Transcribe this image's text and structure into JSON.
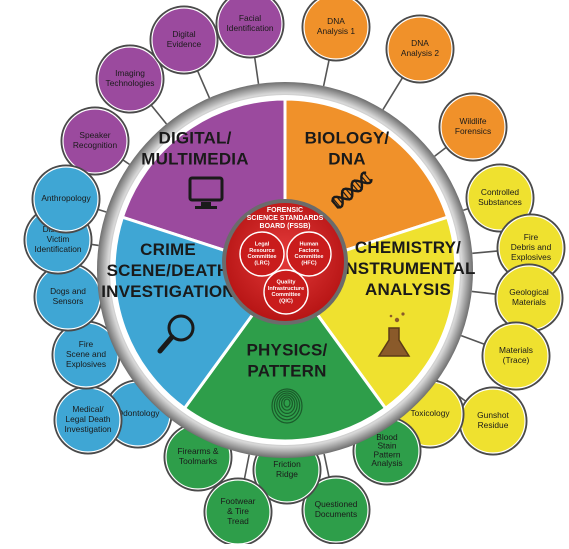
{
  "board": {
    "lines": [
      "FORENSIC",
      "SCIENCE STANDARDS",
      "BOARD (FSSB)"
    ],
    "committees": [
      {
        "lines": [
          "Legal",
          "Resource",
          "Committee",
          "(LRC)"
        ]
      },
      {
        "lines": [
          "Human",
          "Factors",
          "Committee",
          "(HFC)"
        ]
      },
      {
        "lines": [
          "Quality",
          "Infrastructure",
          "Committee",
          "(QIC)"
        ]
      }
    ]
  },
  "sectors": [
    {
      "lines": [
        "DIGITAL/",
        "MULTIMEDIA"
      ],
      "color": "#9B4A9E",
      "icon": "monitor-icon",
      "subcommittees": [
        {
          "lines": [
            "Speaker",
            "Recognition"
          ]
        },
        {
          "lines": [
            "Imaging",
            "Technologies"
          ]
        },
        {
          "lines": [
            "Digital",
            "Evidence"
          ]
        },
        {
          "lines": [
            "Facial",
            "Identification"
          ]
        }
      ]
    },
    {
      "lines": [
        "BIOLOGY/",
        "DNA"
      ],
      "color": "#F0912A",
      "icon": "dna-icon",
      "subcommittees": [
        {
          "lines": [
            "DNA",
            "Analysis 1"
          ]
        },
        {
          "lines": [
            "DNA",
            "Analysis 2"
          ]
        },
        {
          "lines": [
            "Wildlife",
            "Forensics"
          ]
        }
      ]
    },
    {
      "lines": [
        "CHEMISTRY/",
        "INSTRUMENTAL",
        "ANALYSIS"
      ],
      "color": "#EFE12F",
      "icon": "flask-icon",
      "subcommittees": [
        {
          "lines": [
            "Controlled",
            "Substances"
          ]
        },
        {
          "lines": [
            "Fire",
            "Debris and",
            "Explosives"
          ]
        },
        {
          "lines": [
            "Geological",
            "Materials"
          ]
        },
        {
          "lines": [
            "Materials",
            "(Trace)"
          ]
        },
        {
          "lines": [
            "Gunshot",
            "Residue"
          ]
        },
        {
          "lines": [
            "Toxicology"
          ]
        }
      ]
    },
    {
      "lines": [
        "PHYSICS/",
        "PATTERN"
      ],
      "color": "#2E9E4A",
      "icon": "fingerprint-icon",
      "subcommittees": [
        {
          "lines": [
            "Blood",
            "Stain",
            "Pattern",
            "Analysis"
          ]
        },
        {
          "lines": [
            "Questioned",
            "Documents"
          ]
        },
        {
          "lines": [
            "Friction",
            "Ridge"
          ]
        },
        {
          "lines": [
            "Footwear",
            "& Tire",
            "Tread"
          ]
        },
        {
          "lines": [
            "Firearms &",
            "Toolmarks"
          ]
        }
      ]
    },
    {
      "lines": [
        "CRIME",
        "SCENE/DEATH",
        "INVESTIGATION"
      ],
      "color": "#3FA6D4",
      "icon": "magnifier-icon",
      "subcommittees": [
        {
          "lines": [
            "Odontology"
          ]
        },
        {
          "lines": [
            "Medical/",
            "Legal Death",
            "Investigation"
          ]
        },
        {
          "lines": [
            "Fire",
            "Scene and",
            "Explosives"
          ]
        },
        {
          "lines": [
            "Dogs and",
            "Sensors"
          ]
        },
        {
          "lines": [
            "Disaster",
            "Victim",
            "Identification"
          ]
        },
        {
          "lines": [
            "Anthropology"
          ]
        }
      ]
    }
  ]
}
